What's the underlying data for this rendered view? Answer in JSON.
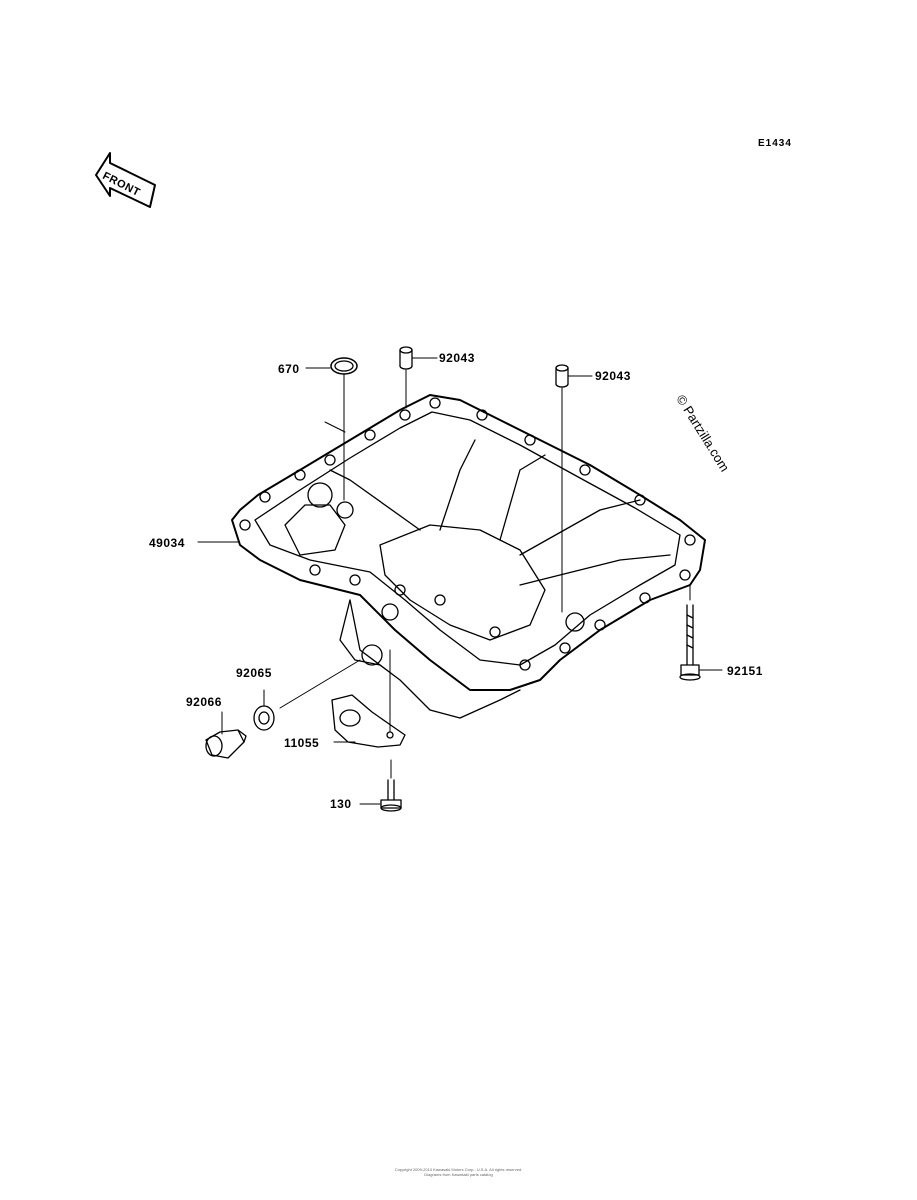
{
  "diagram_code": "E1434",
  "front_label": "FRONT",
  "watermark": "© Partzilla.com",
  "parts": [
    {
      "id": "670"
    },
    {
      "id": "92043"
    },
    {
      "id": "92043"
    },
    {
      "id": "49034"
    },
    {
      "id": "92065"
    },
    {
      "id": "92066"
    },
    {
      "id": "11055"
    },
    {
      "id": "130"
    },
    {
      "id": "92151"
    }
  ],
  "footer": {
    "line1": "Copyright 2009-2010 Kawasaki Motors Corp., U.S.A. All rights reserved.",
    "line2": "Diagrams from Kawasaki parts catalog"
  }
}
